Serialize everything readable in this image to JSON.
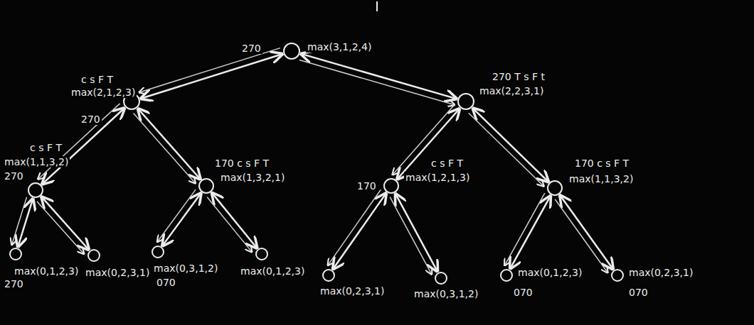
{
  "diagram": {
    "nodes": [
      {
        "text": [
          "max(3,1,2,4)",
          "270"
        ]
      },
      {
        "text": [
          "c s F T",
          "max(2,1,2,3)",
          "270"
        ]
      },
      {
        "text": [
          "270 T s F t",
          "max(2,2,3,1)"
        ]
      },
      {
        "text": [
          "c s F T",
          "max(1,1,3,2)",
          "270"
        ]
      },
      {
        "text": [
          "170 c s F T",
          "max(1,3,2,1)"
        ]
      },
      {
        "text": [
          "170",
          "c s F T",
          "max(1,2,1,3)"
        ]
      },
      {
        "text": [
          "170 c s F T",
          "max(1,1,3,2)"
        ]
      },
      {
        "text": [
          "max(0,1,2,3)",
          "270"
        ]
      },
      {
        "text": [
          "max(0,2,3,1)"
        ]
      },
      {
        "text": [
          "max(0,3,1,2)",
          "070"
        ]
      },
      {
        "text": [
          "max(0,1,2,3)"
        ]
      },
      {
        "text": [
          "max(0,2,3,1)"
        ]
      },
      {
        "text": [
          "max(0,3,1,2)"
        ]
      },
      {
        "text": [
          "max(0,1,2,3)",
          "070"
        ]
      },
      {
        "text": [
          "max(0,2,3,1)",
          "070"
        ]
      }
    ],
    "edges": [
      {
        "from": 0,
        "to": 1,
        "arrow": "both"
      },
      {
        "from": 0,
        "to": 2,
        "arrow": "both"
      },
      {
        "from": 1,
        "to": 3,
        "arrow": "both"
      },
      {
        "from": 1,
        "to": 4,
        "arrow": "both"
      },
      {
        "from": 2,
        "to": 5,
        "arrow": "both"
      },
      {
        "from": 2,
        "to": 6,
        "arrow": "both"
      },
      {
        "from": 3,
        "to": 7,
        "arrow": "both"
      },
      {
        "from": 3,
        "to": 8,
        "arrow": "both"
      },
      {
        "from": 4,
        "to": 9,
        "arrow": "both"
      },
      {
        "from": 4,
        "to": 10,
        "arrow": "both"
      },
      {
        "from": 5,
        "to": 11,
        "arrow": "both"
      },
      {
        "from": 5,
        "to": 12,
        "arrow": "both"
      },
      {
        "from": 6,
        "to": 13,
        "arrow": "both"
      },
      {
        "from": 6,
        "to": 14,
        "arrow": "both"
      }
    ]
  }
}
